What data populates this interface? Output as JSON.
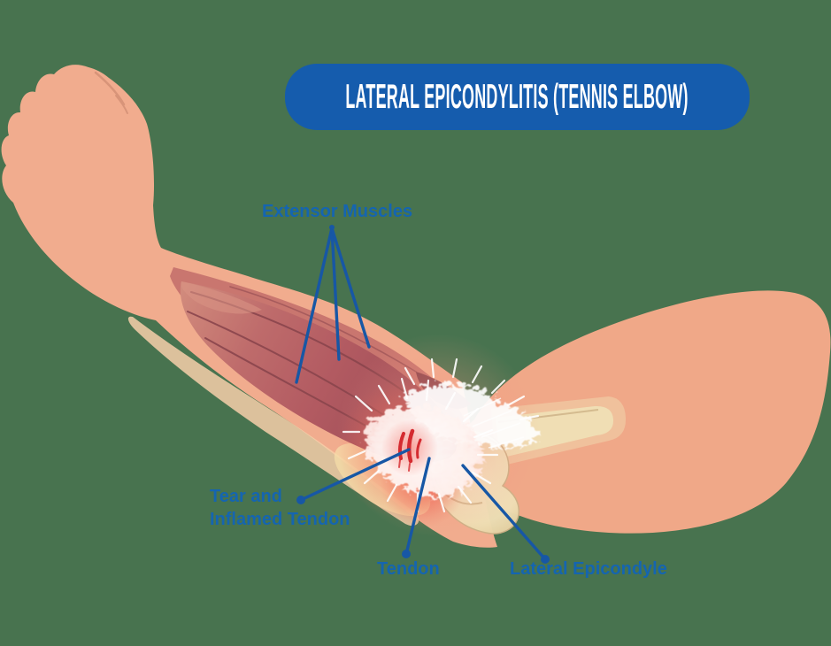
{
  "title": "LATERAL EPICONDYLITIS (TENNIS ELBOW)",
  "labels": {
    "extensor_muscles": "Extensor Muscles",
    "tear_line1": "Tear and",
    "tear_line2": "Inflamed Tendon",
    "tendon": "Tendon",
    "lateral_epicondyle": "Lateral Epicondyle"
  },
  "colors": {
    "background": "#48734F",
    "banner_blue": "#155CAD",
    "title_text": "#FFFFFF",
    "label_blue": "#1565B0",
    "line_blue": "#1757A5",
    "skin_light": "#F1AC8E",
    "skin_arm": "#F0A888",
    "skin_highlight": "#F7CFA9",
    "skin_crease": "#D28F74",
    "muscle_light": "#C9766F",
    "muscle_mid": "#B25A61",
    "muscle_dark": "#823F48",
    "muscle_line": "#8A454C",
    "bone_fill": "#EFDFB5",
    "bone_outline": "#CDB186",
    "tendon_white": "#FFFFFF",
    "inflamed_red": "#EE5F50",
    "tear_red": "#D42B30"
  }
}
